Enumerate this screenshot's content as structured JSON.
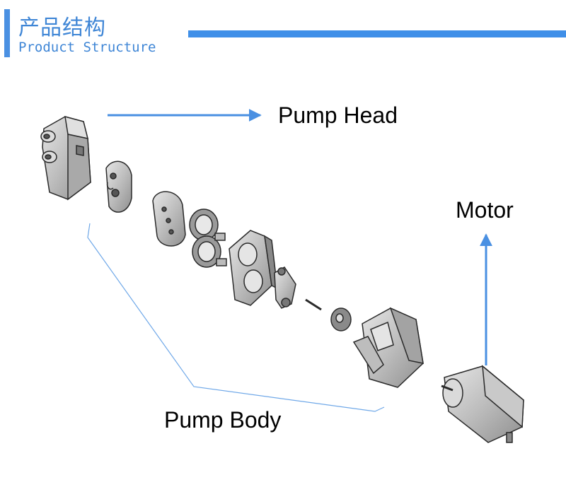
{
  "header": {
    "title_cn": "产品结构",
    "title_en": "Product Structure"
  },
  "labels": {
    "pump_head": "Pump Head",
    "motor": "Motor",
    "pump_body": "Pump Body"
  },
  "colors": {
    "accent": "#3f8fe8",
    "arrow": "#4a90e2",
    "part_fill": "#c8c8c8",
    "part_stroke": "#2a2a2a"
  }
}
